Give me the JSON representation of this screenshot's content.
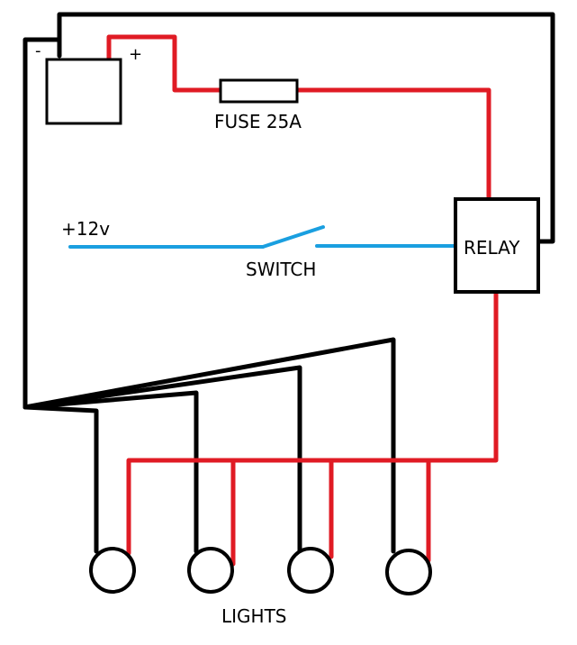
{
  "labels": {
    "battery_negative": "-",
    "battery_positive": "+",
    "fuse": "FUSE 25A",
    "supply": "+12v",
    "switch": "SWITCH",
    "relay": "RELAY",
    "lights": "LIGHTS"
  },
  "colors": {
    "ground_wire": "#000000",
    "power_wire": "#e01b24",
    "switch_wire": "#1a9fe0"
  },
  "lights_count": 4
}
